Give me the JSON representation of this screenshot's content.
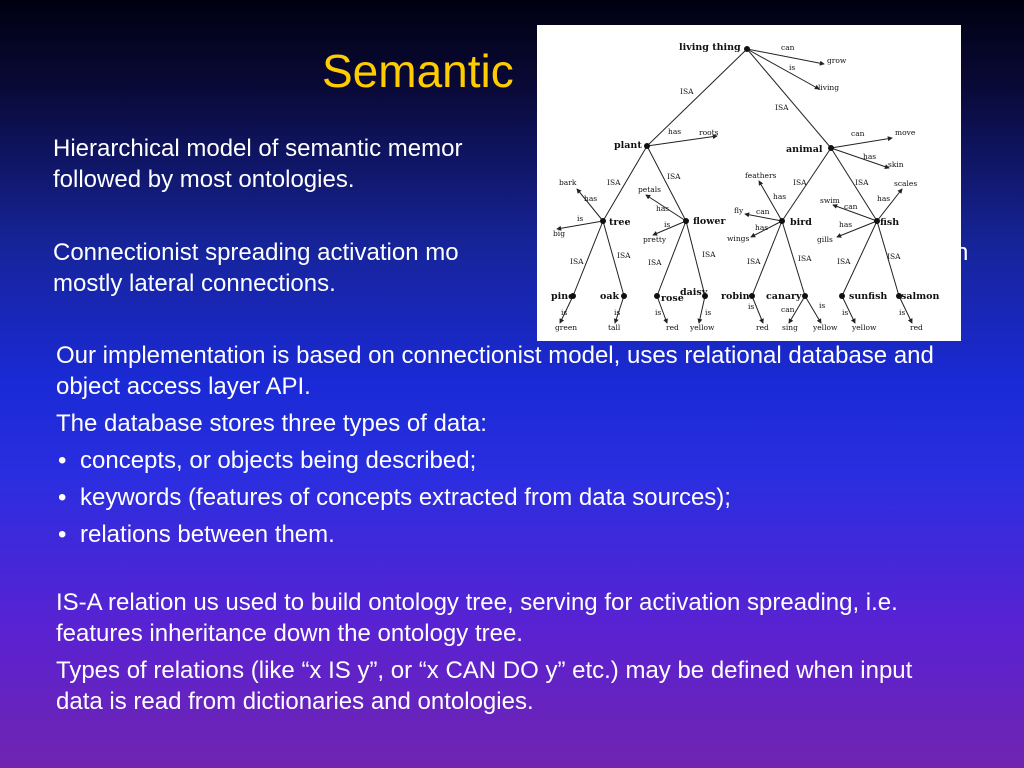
{
  "slide": {
    "title": "Semantic",
    "paragraph1": "Hierarchical model of semantic memor                                                                followed by most ontologies.",
    "paragraph1_line1": "Hierarchical model of semantic memor",
    "paragraph1_line2": "followed by most ontologies.",
    "paragraph2_line1_left": "Connectionist spreading activation mo",
    "paragraph2_line1_right": "n",
    "paragraph2_line2": "mostly lateral connections.",
    "body": {
      "intro": "Our implementation is based on connectionist model, uses relational database and object access layer API.",
      "types_heading": "The database stores three types of data:",
      "bullets": [
        "concepts, or objects being described;",
        "keywords (features of concepts extracted from data sources);",
        "relations between them."
      ],
      "isa_paragraph": "IS-A relation us used to build ontology tree, serving for activation spreading, i.e. features inheritance down the ontology tree.",
      "types_paragraph": "Types of relations (like “x IS y”, or “x CAN DO y” etc.) may be defined when input data is read from dictionaries and ontologies."
    }
  },
  "diagram": {
    "nodes": {
      "living_thing": "living thing",
      "plant": "plant",
      "animal": "animal",
      "tree": "tree",
      "flower": "flower",
      "bird": "bird",
      "fish": "fish",
      "pine": "pine",
      "oak": "oak",
      "rose": "rose",
      "daisy": "daisy",
      "robin": "robin",
      "canary": "canary",
      "sunfish": "sunfish",
      "salmon": "salmon"
    },
    "edge_labels": {
      "can": "can",
      "grow": "grow",
      "is": "is",
      "living": "living",
      "isa": "ISA",
      "has": "has",
      "roots": "roots",
      "move": "move",
      "skin": "skin",
      "bark": "bark",
      "big": "big",
      "petals": "petals",
      "pretty": "pretty",
      "feathers": "feathers",
      "fly": "fly",
      "wings": "wings",
      "scales": "scales",
      "swim": "swim",
      "gills": "gills",
      "green": "green",
      "tall": "tall",
      "red": "red",
      "yellow": "yellow",
      "sing": "sing"
    }
  }
}
